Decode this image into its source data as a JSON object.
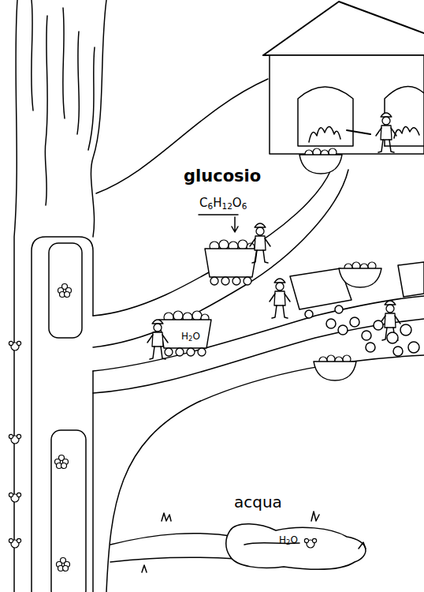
{
  "diagram": {
    "labels": [
      "glucosio",
      "C6H12O6",
      "H2O",
      "acqua",
      "H2O"
    ]
  }
}
